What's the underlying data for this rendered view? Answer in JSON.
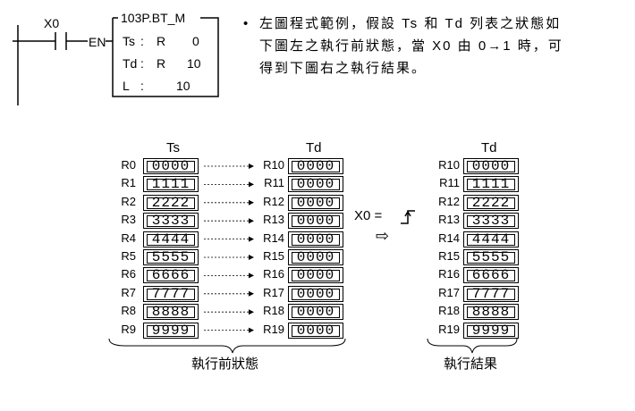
{
  "ladder": {
    "contact": "X0",
    "en": "EN",
    "box_title": "103P.BT_M",
    "params": [
      {
        "name": "Ts",
        "sep": ":",
        "type": "R",
        "value": "0"
      },
      {
        "name": "Td",
        "sep": ":",
        "type": "R",
        "value": "10"
      },
      {
        "name": "L",
        "sep": ":",
        "type": "",
        "value": "10"
      }
    ]
  },
  "description": {
    "bullet": "•",
    "lines": [
      "左圖程式範例，假設 Ts 和 Td 列表之狀態如",
      "下圖左之執行前狀態，當 X0 由 0→1 時，可",
      "得到下圖右之執行結果。"
    ]
  },
  "before": {
    "ts_header": "Ts",
    "td_header": "Td",
    "caption": "執行前狀態",
    "ts_regs": [
      "R0",
      "R1",
      "R2",
      "R3",
      "R4",
      "R5",
      "R6",
      "R7",
      "R8",
      "R9"
    ],
    "ts_vals": [
      "0000",
      "1111",
      "2222",
      "3333",
      "4444",
      "5555",
      "6666",
      "7777",
      "8888",
      "9999"
    ],
    "td_regs": [
      "R10",
      "R11",
      "R12",
      "R13",
      "R14",
      "R15",
      "R16",
      "R17",
      "R18",
      "R19"
    ],
    "td_vals": [
      "0000",
      "0000",
      "0000",
      "0000",
      "0000",
      "0000",
      "0000",
      "0000",
      "0000",
      "0000"
    ]
  },
  "trigger": {
    "label": "X0 =",
    "arrow": "⇨"
  },
  "after": {
    "td_header": "Td",
    "caption": "執行結果",
    "td_regs": [
      "R10",
      "R11",
      "R12",
      "R13",
      "R14",
      "R15",
      "R16",
      "R17",
      "R18",
      "R19"
    ],
    "td_vals": [
      "0000",
      "1111",
      "2222",
      "3333",
      "4444",
      "5555",
      "6666",
      "7777",
      "8888",
      "9999"
    ]
  }
}
